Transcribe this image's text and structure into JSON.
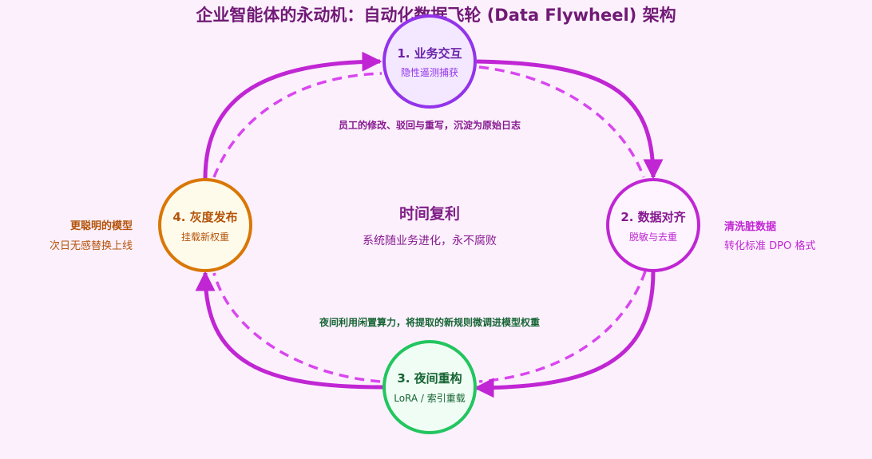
{
  "title": "企业智能体的永动机：自动化数据飞轮 (Data Flywheel) 架构",
  "center": {
    "title": "时间复利",
    "subtitle": "系统随业务进化，永不腐败"
  },
  "nodes": [
    {
      "title": "1. 业务交互",
      "subtitle": "隐性遥测捕获"
    },
    {
      "title": "2. 数据对齐",
      "subtitle": "脱敏与去重"
    },
    {
      "title": "3. 夜间重构",
      "subtitle": "LoRA / 索引重载"
    },
    {
      "title": "4. 灰度发布",
      "subtitle": "挂载新权重"
    }
  ],
  "edge_labels": {
    "top": "员工的修改、驳回与重写，沉淀为原始日志",
    "bottom": "夜间利用闲置算力，将提取的新规则微调进模型权重"
  },
  "side_notes": {
    "right": {
      "title": "清洗脏数据",
      "subtitle": "转化标准 DPO 格式"
    },
    "left": {
      "title": "更聪明的模型",
      "subtitle": "次日无感替换上线"
    }
  },
  "colors": {
    "arc": "#c026d3",
    "dashed": "#d946ef",
    "background": "#fcf0fd"
  }
}
